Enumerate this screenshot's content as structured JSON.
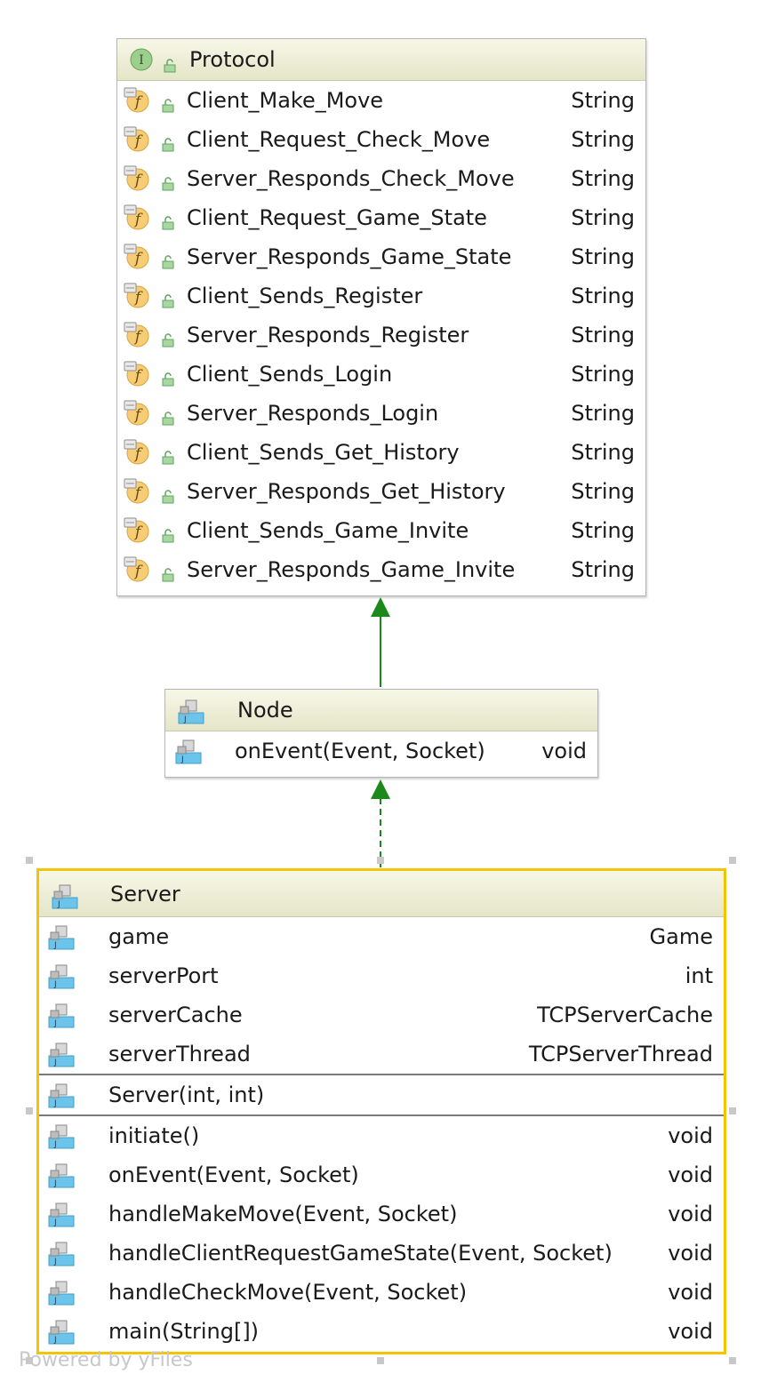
{
  "protocol": {
    "name": "Protocol",
    "badge": "I",
    "fields": [
      {
        "name": "Client_Make_Move",
        "type": "String"
      },
      {
        "name": "Client_Request_Check_Move",
        "type": "String"
      },
      {
        "name": "Server_Responds_Check_Move",
        "type": "String"
      },
      {
        "name": "Client_Request_Game_State",
        "type": "String"
      },
      {
        "name": "Server_Responds_Game_State",
        "type": "String"
      },
      {
        "name": "Client_Sends_Register",
        "type": "String"
      },
      {
        "name": "Server_Responds_Register",
        "type": "String"
      },
      {
        "name": "Client_Sends_Login",
        "type": "String"
      },
      {
        "name": "Server_Responds_Login",
        "type": "String"
      },
      {
        "name": "Client_Sends_Get_History",
        "type": "String"
      },
      {
        "name": "Server_Responds_Get_History",
        "type": "String"
      },
      {
        "name": "Client_Sends_Game_Invite",
        "type": "String"
      },
      {
        "name": "Server_Responds_Game_Invite",
        "type": "String"
      }
    ]
  },
  "node": {
    "name": "Node",
    "methods": [
      {
        "name": "onEvent(Event, Socket)",
        "type": "void"
      }
    ]
  },
  "server": {
    "name": "Server",
    "fields": [
      {
        "name": "game",
        "type": "Game"
      },
      {
        "name": "serverPort",
        "type": "int"
      },
      {
        "name": "serverCache",
        "type": "TCPServerCache"
      },
      {
        "name": "serverThread",
        "type": "TCPServerThread"
      }
    ],
    "constructors": [
      {
        "name": "Server(int, int)",
        "type": ""
      }
    ],
    "methods": [
      {
        "name": "initiate()",
        "type": "void"
      },
      {
        "name": "onEvent(Event, Socket)",
        "type": "void"
      },
      {
        "name": "handleMakeMove(Event, Socket)",
        "type": "void"
      },
      {
        "name": "handleClientRequestGameState(Event, Socket)",
        "type": "void"
      },
      {
        "name": "handleCheckMove(Event, Socket)",
        "type": "void"
      },
      {
        "name": "main(String[])",
        "type": "void"
      }
    ]
  },
  "footer": "Powered by yFiles",
  "colors": {
    "selection": "#f5c400",
    "arrow": "#1b8a1b",
    "header": "#ecebd2",
    "field_icon": "#f3c870",
    "lock": "#7fbf7f",
    "java_icon": "#4db3e0"
  },
  "icons": {
    "interface": "interface-icon",
    "field": "final-field-icon",
    "lock": "lock-icon",
    "java": "java-class-icon"
  }
}
